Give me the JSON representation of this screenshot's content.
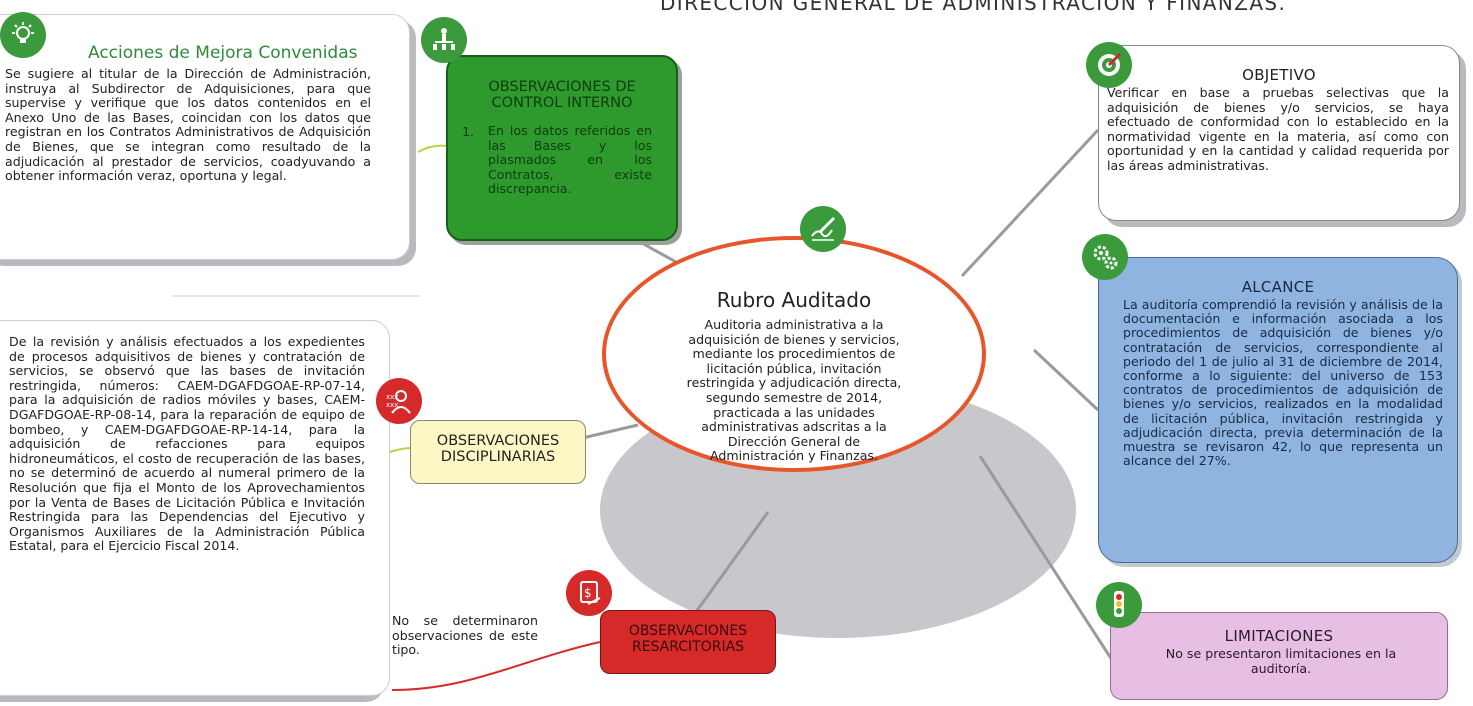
{
  "header": {
    "text": "DIRECCIÓN GENERAL DE ADMINISTRACIÓN Y FINANZAS."
  },
  "center": {
    "title": "Rubro Auditado",
    "body": "Auditoria administrativa a la adquisición de bienes y servicios, mediante los procedimientos de licitación pública, invitación restringida y adjudicación directa, segundo semestre de 2014, practicada a las unidades administrativas adscritas a la Dirección General de Administración y Finanzas."
  },
  "mejora": {
    "title": "Acciones de Mejora Convenidas",
    "body": "Se sugiere al titular de la Dirección de Administración, instruya al Subdirector de Adquisiciones, para que supervise y verifique que los datos contenidos en el Anexo Uno de las Bases, coincidan con los datos que registran en los Contratos Administrativos de Adquisición de Bienes, que se integran como resultado de la adjudicación al prestador de servicios, coadyuvando a obtener información veraz, oportuna y legal."
  },
  "control": {
    "title": "OBSERVACIONES DE CONTROL INTERNO",
    "num": "1.",
    "body": "En los datos referidos en las Bases y los plasmados en los Contratos, existe discrepancia."
  },
  "objetivo": {
    "title": "OBJETIVO",
    "body": "Verificar en base a pruebas selectivas que la adquisición de bienes y/o servicios, se haya efectuado de conformidad con lo establecido en la normatividad vigente en la materia, así como con oportunidad y en la cantidad y calidad requerida por las áreas administrativas."
  },
  "alcance": {
    "title": "ALCANCE",
    "body": "La auditoría comprendió la revisión y análisis de la documentación e información asociada a los procedimientos de adquisición de bienes y/o contratación de servicios, correspondiente al periodo del 1 de julio al 31 de diciembre de 2014, conforme a lo siguiente: del universo de 153 contratos de procedimientos de adquisición de bienes y/o servicios, realizados en la modalidad de licitación pública, invitación restringida y adjudicación directa, previa determinación de la muestra se revisaron 42, lo que representa un alcance del 27%."
  },
  "disciplinarias": {
    "title": "OBSERVACIONES DISCIPLINARIAS",
    "body": "De la revisión y análisis efectuados a los expedientes de procesos adquisitivos de bienes y contratación de servicios, se observó que las bases de invitación restringida, números: CAEM-DGAFDGOAE-RP-07-14, para la adquisición de radios móviles y bases, CAEM-DGAFDGOAE-RP-08-14, para la reparación de equipo de bombeo, y CAEM-DGAFDGOAE-RP-14-14, para la adquisición de refacciones para equipos hidroneumáticos, el costo de recuperación de las bases, no se determinó de acuerdo al numeral primero de la Resolución que fija el Monto de los Aprovechamientos por la Venta de Bases de Licitación Pública e Invitación Restringida para las Dependencias del Ejecutivo y Organismos Auxiliares de la Administración Pública Estatal, para el Ejercicio Fiscal 2014."
  },
  "resarcitorias": {
    "title": "OBSERVACIONES RESARCITORIAS",
    "body": "No se determinaron observaciones de este tipo."
  },
  "limitaciones": {
    "title": "LIMITACIONES",
    "body": "No se presentaron limitaciones en la auditoría."
  },
  "colors": {
    "green": "#3a9a3c",
    "control_fill": "#2e9a2e",
    "red": "#d62a2a",
    "orange": "#e8552a",
    "alcance_fill": "#8fb4e0",
    "limit_fill": "#e8bfe4",
    "yellow_fill": "#fdf7c6",
    "mejora_title": "#2e8b3a"
  }
}
